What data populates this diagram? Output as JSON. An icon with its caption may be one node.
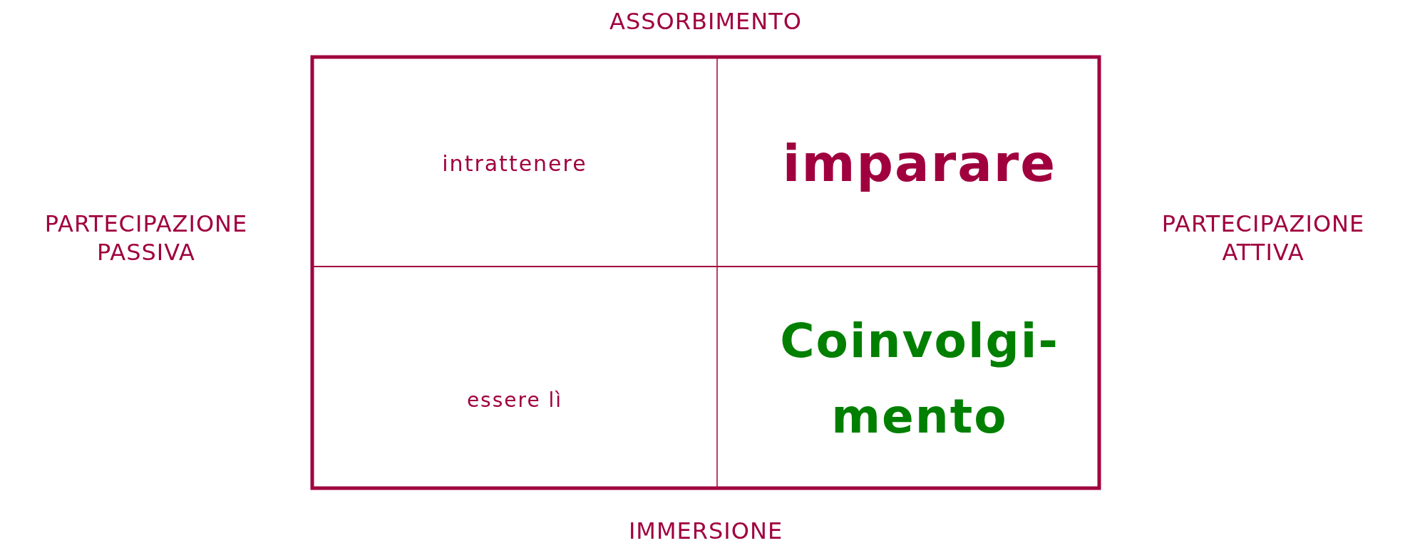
{
  "diagram": {
    "nodes": [
      {
        "text": [
          "intrattenere"
        ]
      },
      {
        "text": [
          "imparare"
        ]
      },
      {
        "text": [
          "essere lì"
        ]
      },
      {
        "text": [
          "Coinvolgi-mento"
        ]
      }
    ],
    "labels": [
      "ASSORBIMENTO",
      "PARTECIPAZIONE PASSIVA",
      "PARTECIPAZIONE ATTIVA",
      "IMMERSIONE"
    ]
  }
}
